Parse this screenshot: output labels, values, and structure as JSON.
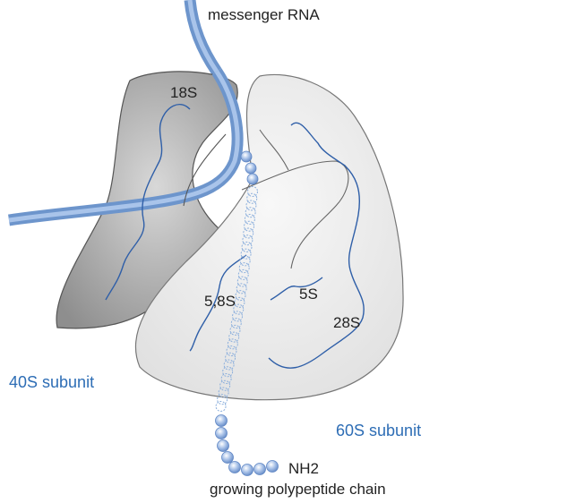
{
  "labels": {
    "mrna": "messenger RNA",
    "s18": "18S",
    "s58": "5,8S",
    "s5": "5S",
    "s28": "28S",
    "subunit40": "40S subunit",
    "subunit60": "60S subunit",
    "nh2": "NH2",
    "chain": "growing polypeptide chain"
  },
  "colors": {
    "subunit40": "#a9a9a9",
    "subunit60": "#ececec",
    "rrna": "#2f5fa8",
    "mrna": "#8aaedc",
    "label_blue": "#2d6db5"
  }
}
